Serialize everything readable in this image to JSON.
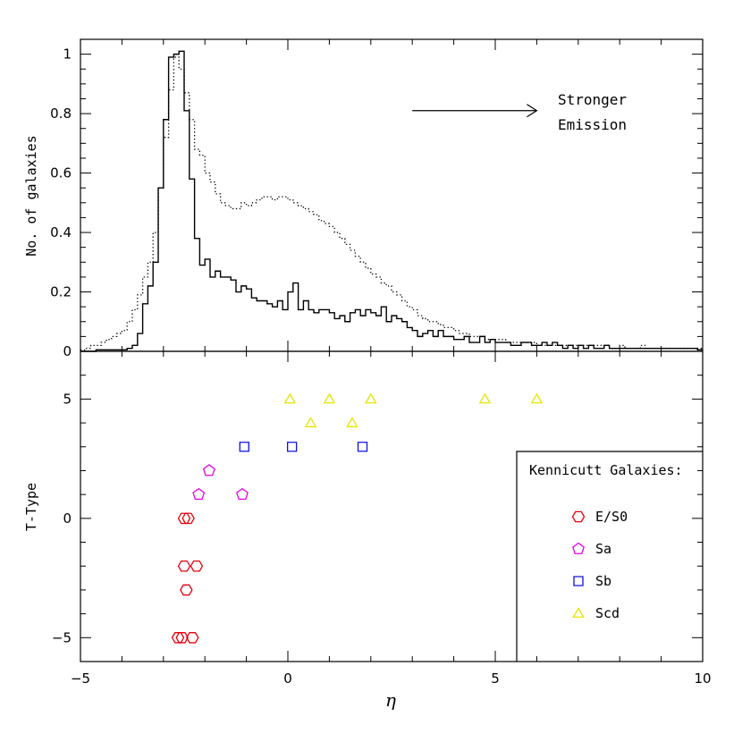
{
  "chart_data": [
    {
      "type": "histogram",
      "panel": "top",
      "ylabel": "No. of galaxies",
      "xlim": [
        -5,
        10
      ],
      "ylim": [
        0,
        1.05
      ],
      "yticks": [
        0,
        0.2,
        0.4,
        0.6,
        0.8,
        1
      ],
      "ytick_labels": [
        "0",
        "0.2",
        "0.4",
        "0.6",
        "0.8",
        "1"
      ],
      "annotation": {
        "lines": [
          "Stronger",
          "Emission"
        ],
        "arrow_from_x": 3.0,
        "arrow_to_x": 6.0,
        "arrow_y": 0.81
      },
      "bin_width": 0.125,
      "series": [
        {
          "style": "solid",
          "x": [
            -5.0,
            -4.875,
            -4.75,
            -4.625,
            -4.5,
            -4.375,
            -4.25,
            -4.125,
            -4.0,
            -3.875,
            -3.75,
            -3.625,
            -3.5,
            -3.375,
            -3.25,
            -3.125,
            -3.0,
            -2.875,
            -2.75,
            -2.625,
            -2.5,
            -2.375,
            -2.25,
            -2.125,
            -2.0,
            -1.875,
            -1.75,
            -1.625,
            -1.5,
            -1.375,
            -1.25,
            -1.125,
            -1.0,
            -0.875,
            -0.75,
            -0.625,
            -0.5,
            -0.375,
            -0.25,
            -0.125,
            0.0,
            0.125,
            0.25,
            0.375,
            0.5,
            0.625,
            0.75,
            0.875,
            1.0,
            1.125,
            1.25,
            1.375,
            1.5,
            1.625,
            1.75,
            1.875,
            2.0,
            2.125,
            2.25,
            2.375,
            2.5,
            2.625,
            2.75,
            2.875,
            3.0,
            3.125,
            3.25,
            3.375,
            3.5,
            3.625,
            3.75,
            3.875,
            4.0,
            4.125,
            4.25,
            4.375,
            4.5,
            4.625,
            4.75,
            4.875,
            5.0,
            5.125,
            5.25,
            5.375,
            5.5,
            5.625,
            5.75,
            5.875,
            6.0,
            6.125,
            6.25,
            6.375,
            6.5,
            6.625,
            6.75,
            6.875,
            7.0,
            7.125,
            7.25,
            7.375,
            7.5,
            7.625,
            7.75,
            7.875,
            8.0,
            8.125,
            8.25,
            8.375,
            8.5,
            8.625,
            8.75,
            8.875,
            9.0,
            9.125,
            9.25,
            9.375,
            9.5,
            9.625,
            9.75,
            9.875
          ],
          "y": [
            0.0,
            0.0,
            0.0,
            0.005,
            0.005,
            0.005,
            0.005,
            0.005,
            0.005,
            0.01,
            0.02,
            0.06,
            0.16,
            0.22,
            0.3,
            0.55,
            0.78,
            0.99,
            1.0,
            1.01,
            0.81,
            0.58,
            0.38,
            0.29,
            0.31,
            0.25,
            0.27,
            0.25,
            0.25,
            0.24,
            0.2,
            0.22,
            0.21,
            0.18,
            0.17,
            0.17,
            0.16,
            0.15,
            0.17,
            0.14,
            0.2,
            0.23,
            0.14,
            0.17,
            0.14,
            0.13,
            0.14,
            0.14,
            0.13,
            0.11,
            0.12,
            0.1,
            0.13,
            0.14,
            0.12,
            0.14,
            0.13,
            0.12,
            0.15,
            0.1,
            0.12,
            0.11,
            0.1,
            0.08,
            0.07,
            0.05,
            0.06,
            0.07,
            0.05,
            0.07,
            0.05,
            0.05,
            0.04,
            0.04,
            0.05,
            0.03,
            0.03,
            0.05,
            0.03,
            0.04,
            0.03,
            0.03,
            0.03,
            0.02,
            0.02,
            0.03,
            0.03,
            0.02,
            0.02,
            0.03,
            0.02,
            0.03,
            0.02,
            0.01,
            0.02,
            0.01,
            0.02,
            0.01,
            0.02,
            0.01,
            0.01,
            0.02,
            0.01,
            0.01,
            0.01,
            0.01,
            0.01,
            0.01,
            0.01,
            0.01,
            0.01,
            0.01,
            0.01,
            0.01,
            0.01,
            0.01,
            0.01,
            0.01,
            0.01,
            0.005
          ]
        },
        {
          "style": "dotted",
          "x": [
            -5.0,
            -4.875,
            -4.75,
            -4.625,
            -4.5,
            -4.375,
            -4.25,
            -4.125,
            -4.0,
            -3.875,
            -3.75,
            -3.625,
            -3.5,
            -3.375,
            -3.25,
            -3.125,
            -3.0,
            -2.875,
            -2.75,
            -2.625,
            -2.5,
            -2.375,
            -2.25,
            -2.125,
            -2.0,
            -1.875,
            -1.75,
            -1.625,
            -1.5,
            -1.375,
            -1.25,
            -1.125,
            -1.0,
            -0.875,
            -0.75,
            -0.625,
            -0.5,
            -0.375,
            -0.25,
            -0.125,
            0.0,
            0.125,
            0.25,
            0.375,
            0.5,
            0.625,
            0.75,
            0.875,
            1.0,
            1.125,
            1.25,
            1.375,
            1.5,
            1.625,
            1.75,
            1.875,
            2.0,
            2.125,
            2.25,
            2.375,
            2.5,
            2.625,
            2.75,
            2.875,
            3.0,
            3.125,
            3.25,
            3.375,
            3.5,
            3.625,
            3.75,
            3.875,
            4.0,
            4.125,
            4.25,
            4.375,
            4.5,
            4.625,
            4.75,
            4.875,
            5.0,
            5.125,
            5.25,
            5.375,
            5.5,
            5.625,
            5.75,
            5.875,
            6.0,
            6.125,
            6.25,
            6.375,
            6.5,
            6.625,
            6.75,
            6.875,
            7.0,
            7.125,
            7.25,
            7.375,
            7.5,
            7.625,
            7.75,
            7.875,
            8.0,
            8.125,
            8.25,
            8.375,
            8.5,
            8.625,
            8.75,
            8.875,
            9.0,
            9.125,
            9.25,
            9.375,
            9.5,
            9.625,
            9.75,
            9.875
          ],
          "y": [
            0.005,
            0.01,
            0.02,
            0.02,
            0.03,
            0.04,
            0.05,
            0.06,
            0.07,
            0.1,
            0.14,
            0.19,
            0.25,
            0.3,
            0.4,
            0.55,
            0.72,
            0.88,
            0.99,
            0.95,
            0.87,
            0.78,
            0.68,
            0.66,
            0.6,
            0.57,
            0.53,
            0.5,
            0.49,
            0.48,
            0.48,
            0.5,
            0.49,
            0.5,
            0.51,
            0.52,
            0.52,
            0.51,
            0.52,
            0.52,
            0.51,
            0.5,
            0.49,
            0.48,
            0.47,
            0.46,
            0.44,
            0.43,
            0.42,
            0.4,
            0.38,
            0.36,
            0.34,
            0.32,
            0.3,
            0.28,
            0.26,
            0.25,
            0.23,
            0.22,
            0.2,
            0.19,
            0.17,
            0.15,
            0.14,
            0.12,
            0.11,
            0.1,
            0.1,
            0.09,
            0.08,
            0.08,
            0.07,
            0.06,
            0.06,
            0.05,
            0.05,
            0.05,
            0.04,
            0.04,
            0.04,
            0.04,
            0.03,
            0.03,
            0.03,
            0.03,
            0.03,
            0.03,
            0.02,
            0.02,
            0.02,
            0.02,
            0.02,
            0.02,
            0.02,
            0.02,
            0.02,
            0.02,
            0.02,
            0.02,
            0.02,
            0.02,
            0.01,
            0.01,
            0.02,
            0.01,
            0.01,
            0.01,
            0.02,
            0.01,
            0.01,
            0.01,
            0.01,
            0.01,
            0.01,
            0.01,
            0.01,
            0.01,
            0.01,
            0.01
          ]
        }
      ]
    },
    {
      "type": "scatter",
      "panel": "bottom",
      "xlabel": "η",
      "ylabel": "T-Type",
      "xlim": [
        -5,
        10
      ],
      "ylim": [
        -6,
        7
      ],
      "xticks": [
        -5,
        0,
        5,
        10
      ],
      "xtick_labels": [
        "−5",
        "0",
        "5",
        "10"
      ],
      "yticks": [
        -5,
        0,
        5
      ],
      "ytick_labels": [
        "−5",
        "0",
        "5"
      ],
      "legend": {
        "title": "Kennicutt Galaxies:",
        "placement": "lower-right"
      },
      "series": [
        {
          "name": "E/S0",
          "marker": "hexagon",
          "color": "#e8000b",
          "points": [
            [
              -2.65,
              -5
            ],
            [
              -2.55,
              -5
            ],
            [
              -2.3,
              -5
            ],
            [
              -2.45,
              -3
            ],
            [
              -2.5,
              -2
            ],
            [
              -2.2,
              -2
            ],
            [
              -2.5,
              0
            ],
            [
              -2.4,
              0
            ]
          ]
        },
        {
          "name": "Sa",
          "marker": "pentagon",
          "color": "#e600e6",
          "points": [
            [
              -2.15,
              1
            ],
            [
              -1.1,
              1
            ],
            [
              -1.9,
              2
            ]
          ]
        },
        {
          "name": "Sb",
          "marker": "square",
          "color": "#1010e0",
          "points": [
            [
              -1.05,
              3
            ],
            [
              0.1,
              3
            ],
            [
              1.8,
              3
            ]
          ]
        },
        {
          "name": "Scd",
          "marker": "triangle",
          "color": "#e6e600",
          "points": [
            [
              0.55,
              4
            ],
            [
              1.55,
              4
            ],
            [
              0.05,
              5
            ],
            [
              1.0,
              5
            ],
            [
              2.0,
              5
            ],
            [
              4.75,
              5
            ],
            [
              6.0,
              5
            ]
          ]
        }
      ]
    }
  ]
}
